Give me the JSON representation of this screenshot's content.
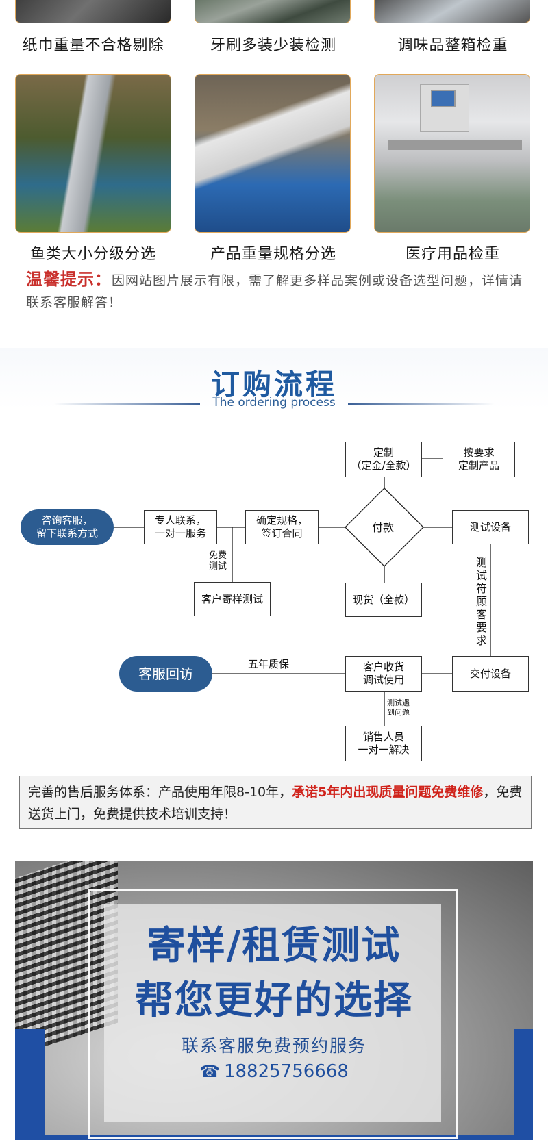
{
  "products": [
    {
      "caption": "纸巾重量不合格剔除"
    },
    {
      "caption": "牙刷多装少装检测"
    },
    {
      "caption": "调味品整箱检重"
    },
    {
      "caption": "鱼类大小分级分选"
    },
    {
      "caption": "产品重量规格分选"
    },
    {
      "caption": "医疗用品检重"
    }
  ],
  "tip": {
    "label": "温馨提示：",
    "text": "因网站图片展示有限，需了解更多样品案例或设备选型问题，详情请联系客服解答！"
  },
  "ordering": {
    "title": "订购流程",
    "subtitle": "The ordering process"
  },
  "flow": {
    "consult": "咨询客服，\n留下联系方式",
    "contact": "专人联系，\n一对一服务",
    "confirm": "确定规格，\n签订合同",
    "pay": "付款",
    "custom": "定制\n（定金/全款）",
    "custom_product": "按要求\n定制产品",
    "test_device": "测试设备",
    "spot": "现货（全款）",
    "sample": "客户寄样测试",
    "free_test": "免费\n测试",
    "test_ok": "测试符顾客要求",
    "deliver": "交付设备",
    "receive": "客户收货\n调试使用",
    "warranty": "五年质保",
    "revisit": "客服回访",
    "problem": "测试遇\n到问题",
    "sales": "销售人员\n一对一解决"
  },
  "notice": {
    "prefix": "完善的售后服务体系：产品使用年限8-10年，",
    "highlight": "承诺5年内出现质量问题免费维修",
    "suffix": "，免费送货上门，免费提供技术培训支持！"
  },
  "banner": {
    "line1": "寄样/租赁测试",
    "line2": "帮您更好的选择",
    "line3": "联系客服免费预约服务",
    "phone": "18825756668"
  },
  "colors": {
    "accent_blue": "#1f5aa0",
    "pill_blue": "#2c5c91",
    "warning_red": "#d0231b",
    "tile_border": "#e1a85a"
  }
}
